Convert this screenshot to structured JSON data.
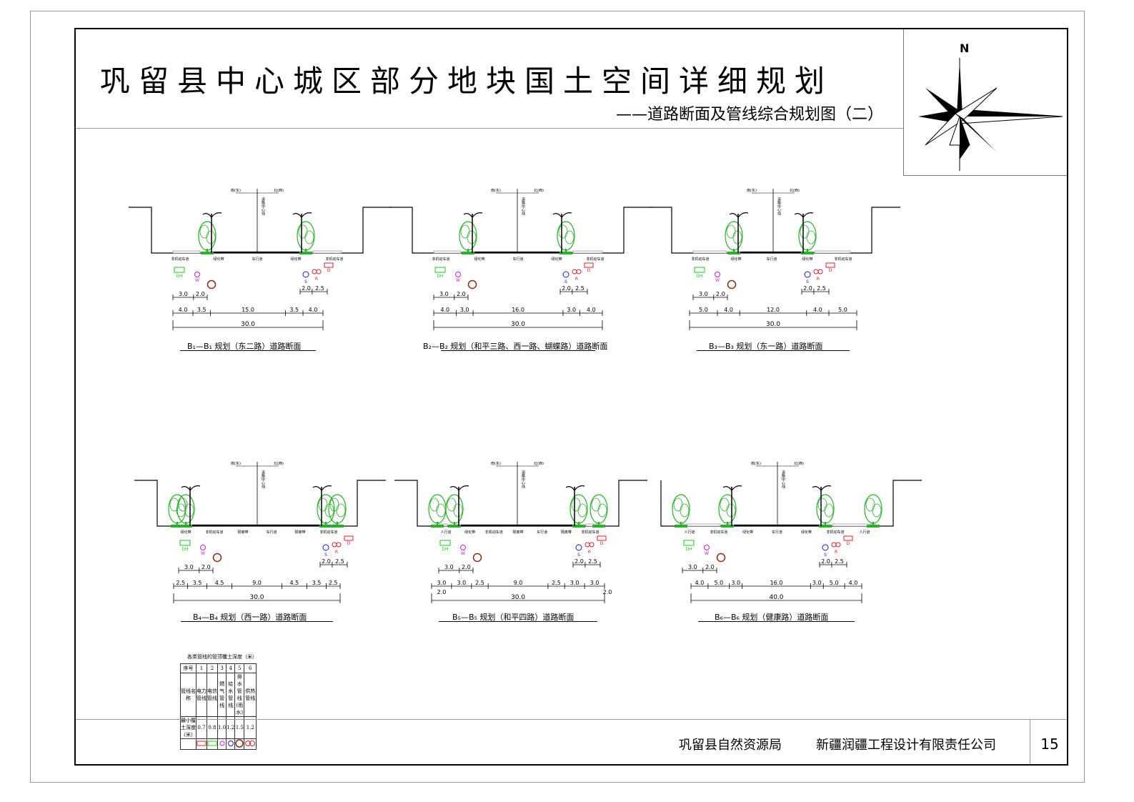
{
  "title": {
    "main": "巩留县中心城区部分地块国土空间详细规划",
    "sub": "——道路断面及管线综合规划图（二）"
  },
  "compass": {
    "north": "N"
  },
  "sections": [
    {
      "id": "B1",
      "caption": "B₁—B₁ 规划（东二路）道路断面",
      "lane_labels": [
        "非机动车道",
        "绿化带",
        "车行道",
        "绿化带",
        "非机动车道"
      ],
      "center": "道路中心线",
      "dir_left": "南(东)",
      "dir_right": "北(西)",
      "pipes_left": [
        "DH",
        "W"
      ],
      "pipes_right": [
        "S",
        "R",
        "D"
      ],
      "sub_dims_left": [
        "3.0",
        "2.0"
      ],
      "sub_dims_right": [
        "2.0",
        "2.5"
      ],
      "dims": [
        "4.0",
        "3.5",
        "15.0",
        "3.5",
        "4.0"
      ],
      "total": "30.0"
    },
    {
      "id": "B2",
      "caption": "B₂—B₂ 规划（和平三路、西一路、蝴蝶路）道路断面",
      "lane_labels": [
        "非机动车道",
        "绿化带",
        "车行道",
        "绿化带",
        "非机动车道"
      ],
      "center": "道路中心线",
      "dir_left": "南(东)",
      "dir_right": "北(西)",
      "pipes_left": [
        "DH",
        "W"
      ],
      "pipes_right": [
        "S",
        "R",
        "D"
      ],
      "sub_dims_left": [
        "3.0",
        "2.0"
      ],
      "sub_dims_right": [
        "2.0",
        "2.5"
      ],
      "dims": [
        "4.0",
        "3.0",
        "16.0",
        "3.0",
        "4.0"
      ],
      "total": "30.0"
    },
    {
      "id": "B3",
      "caption": "B₃—B₃ 规划（东一路）道路断面",
      "lane_labels": [
        "非机动车道",
        "绿化带",
        "车行道",
        "绿化带",
        "非机动车道"
      ],
      "center": "道路中心线",
      "dir_left": "南(东)",
      "dir_right": "北(西)",
      "pipes_left": [
        "DH",
        "W"
      ],
      "pipes_right": [
        "S",
        "R",
        "D"
      ],
      "sub_dims_left": [
        "3.0",
        "2.0"
      ],
      "sub_dims_right": [
        "2.0",
        "2.5"
      ],
      "dims": [
        "5.0",
        "4.0",
        "12.0",
        "4.0",
        "5.0"
      ],
      "total": "30.0"
    },
    {
      "id": "B4",
      "caption": "B₄—B₄ 规划（西一路）道路断面",
      "lane_labels": [
        "绿化带",
        "非机动车道",
        "隔离带",
        "车行道",
        "隔离带",
        "非机动车道"
      ],
      "center": "道路中心线",
      "dir_left": "南(东)",
      "dir_right": "北(西)",
      "pipes_left": [
        "DH",
        "W"
      ],
      "pipes_right": [
        "S",
        "R",
        "D"
      ],
      "sub_dims_left": [
        "3.0",
        "2.0"
      ],
      "sub_dims_right": [
        "2.0",
        "2.5"
      ],
      "dims": [
        "2.5",
        "3.5",
        "4.5",
        "9.0",
        "4.5",
        "3.5",
        "2.5"
      ],
      "total": "30.0"
    },
    {
      "id": "B5",
      "caption": "B₅—B₅ 规划（和平四路）道路断面",
      "lane_labels": [
        "人行道",
        "绿化带",
        "非机动车道",
        "隔离带",
        "车行道",
        "隔离带",
        "非机动车道"
      ],
      "center": "道路中心线",
      "dir_left": "南(东)",
      "dir_right": "北(西)",
      "pipes_left": [
        "DH",
        "W"
      ],
      "pipes_right": [
        "S",
        "R",
        "D"
      ],
      "sub_dims_left": [
        "3.0",
        "2.0"
      ],
      "sub_dims_right": [
        "2.0",
        "2.5"
      ],
      "dims": [
        "3.0",
        "3.0",
        "2.5",
        "9.0",
        "2.5",
        "3.0",
        "3.0"
      ],
      "extra_dims": [
        "2.0",
        "2.0"
      ],
      "total": "30.0"
    },
    {
      "id": "B6",
      "caption": "B₆—B₆ 规划（健康路）道路断面",
      "lane_labels": [
        "人行道",
        "非机动车道",
        "绿化带",
        "车行道",
        "绿化带",
        "非机动车道",
        "人行道"
      ],
      "center": "道路中心线",
      "dir_left": "南(东)",
      "dir_right": "北(西)",
      "pipes_left": [
        "DH",
        "W"
      ],
      "pipes_right": [
        "S",
        "R",
        "D"
      ],
      "sub_dims_left": [
        "3.0",
        "2.0"
      ],
      "sub_dims_right": [
        "2.0",
        "2.5"
      ],
      "dims": [
        "4.0",
        "5.0",
        "3.0",
        "16.0",
        "3.0",
        "5.0",
        "4.0"
      ],
      "total": "40.0"
    }
  ],
  "legend": {
    "title": "各类管线的管顶覆土深度（米）",
    "row_seq_label": "序号",
    "seq": [
      "1",
      "2",
      "3",
      "4",
      "5",
      "6"
    ],
    "row_name_label": "管线名称",
    "names": [
      "电力管线",
      "电信管线",
      "燃气管线",
      "给水管线",
      "排水管线(雨水)",
      "供热管线"
    ],
    "row_depth_label": "最小覆土深度（米）",
    "depths": [
      "0.7",
      "0.8",
      "1.0",
      "1.2",
      "1.5",
      "1.2"
    ]
  },
  "colors": {
    "power": "#e0202a",
    "telecom": "#1ec81e",
    "gas": "#d020d0",
    "water": "#1a1ad8",
    "drain": "#8b2a1a",
    "heat": "#e0202a",
    "tree": "#2ab02a"
  },
  "footer": {
    "org1": "巩留县自然资源局",
    "org2": "新疆润疆工程设计有限责任公司",
    "page": "15"
  }
}
